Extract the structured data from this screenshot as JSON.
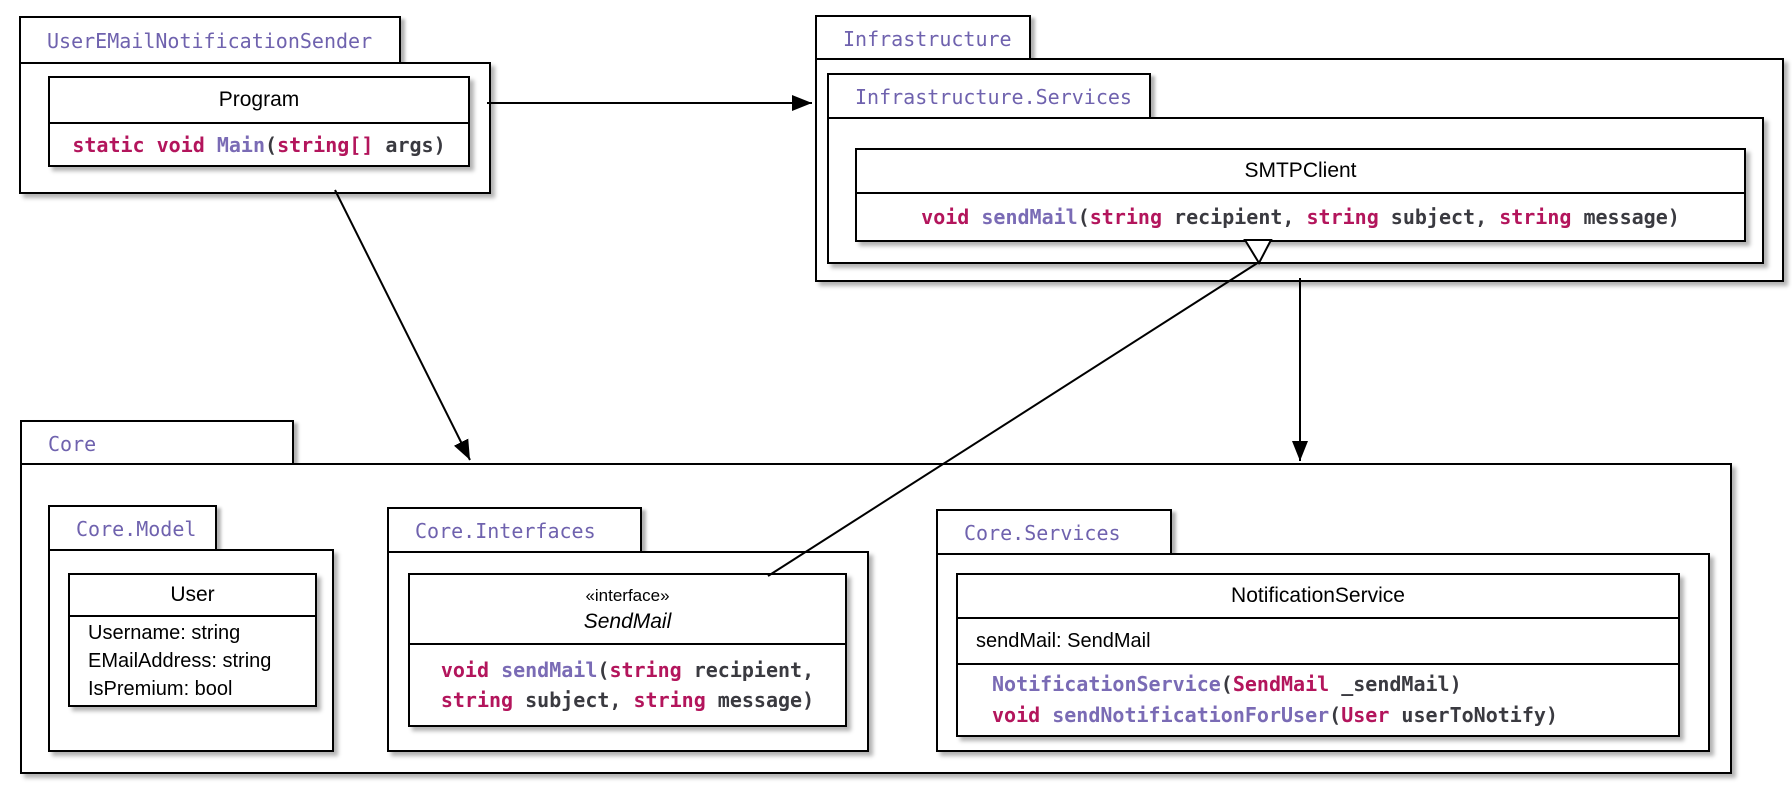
{
  "colors": {
    "keyword": "#b3155c",
    "identifier": "#7a6bb5",
    "plain": "#3a3a40",
    "package_name": "#6f62ae",
    "class_title": "#000000",
    "border": "#000000",
    "background": "#ffffff"
  },
  "packages": {
    "user_email_notification_sender": {
      "label": "UserEMailNotificationSender"
    },
    "infrastructure": {
      "label": "Infrastructure"
    },
    "infrastructure_services": {
      "label": "Infrastructure.Services"
    },
    "core": {
      "label": "Core"
    },
    "core_model": {
      "label": "Core.Model"
    },
    "core_interfaces": {
      "label": "Core.Interfaces"
    },
    "core_services": {
      "label": "Core.Services"
    }
  },
  "classes": {
    "program": {
      "name": "Program",
      "method_lines": [
        [
          {
            "t": "static void ",
            "c": "kw"
          },
          {
            "t": "Main",
            "c": "id"
          },
          {
            "t": "(",
            "c": "pl"
          },
          {
            "t": "string[]",
            "c": "kw"
          },
          {
            "t": " args)",
            "c": "pl"
          }
        ]
      ]
    },
    "smtp_client": {
      "name": "SMTPClient",
      "method_lines": [
        [
          {
            "t": "void ",
            "c": "kw"
          },
          {
            "t": "sendMail",
            "c": "id"
          },
          {
            "t": "(",
            "c": "pl"
          },
          {
            "t": "string",
            "c": "kw"
          },
          {
            "t": " recipient, ",
            "c": "pl"
          },
          {
            "t": "string",
            "c": "kw"
          },
          {
            "t": " subject, ",
            "c": "pl"
          },
          {
            "t": "string",
            "c": "kw"
          },
          {
            "t": " message)",
            "c": "pl"
          }
        ]
      ]
    },
    "user": {
      "name": "User",
      "attributes": [
        "Username: string",
        "EMailAddress: string",
        "IsPremium: bool"
      ]
    },
    "send_mail": {
      "stereotype": "«interface»",
      "name": "SendMail",
      "method_lines": [
        [
          {
            "t": "void ",
            "c": "kw"
          },
          {
            "t": "sendMail",
            "c": "id"
          },
          {
            "t": "(",
            "c": "pl"
          },
          {
            "t": "string",
            "c": "kw"
          },
          {
            "t": " recipient,",
            "c": "pl"
          }
        ],
        [
          {
            "t": "string",
            "c": "kw"
          },
          {
            "t": " subject, ",
            "c": "pl"
          },
          {
            "t": "string",
            "c": "kw"
          },
          {
            "t": " message)",
            "c": "pl"
          }
        ]
      ]
    },
    "notification_service": {
      "name": "NotificationService",
      "attributes": [
        "sendMail: SendMail"
      ],
      "method_lines": [
        [
          {
            "t": "NotificationService",
            "c": "id"
          },
          {
            "t": "(",
            "c": "pl"
          },
          {
            "t": "SendMail",
            "c": "kw"
          },
          {
            "t": " _sendMail)",
            "c": "pl"
          }
        ],
        [
          {
            "t": "void ",
            "c": "kw"
          },
          {
            "t": "sendNotificationForUser",
            "c": "id"
          },
          {
            "t": "(",
            "c": "pl"
          },
          {
            "t": "User",
            "c": "kw"
          },
          {
            "t": " userToNotify)",
            "c": "pl"
          }
        ]
      ]
    }
  },
  "relationships": [
    {
      "from": "UserEMailNotificationSender",
      "to": "Infrastructure",
      "type": "dependency",
      "arrow": "solid-filled"
    },
    {
      "from": "UserEMailNotificationSender",
      "to": "Core",
      "type": "dependency",
      "arrow": "solid-filled"
    },
    {
      "from": "SendMail",
      "to": "SMTPClient",
      "type": "realization",
      "arrow": "hollow-triangle"
    },
    {
      "from": "Infrastructure",
      "to": "Core",
      "type": "dependency",
      "arrow": "solid-filled"
    }
  ]
}
